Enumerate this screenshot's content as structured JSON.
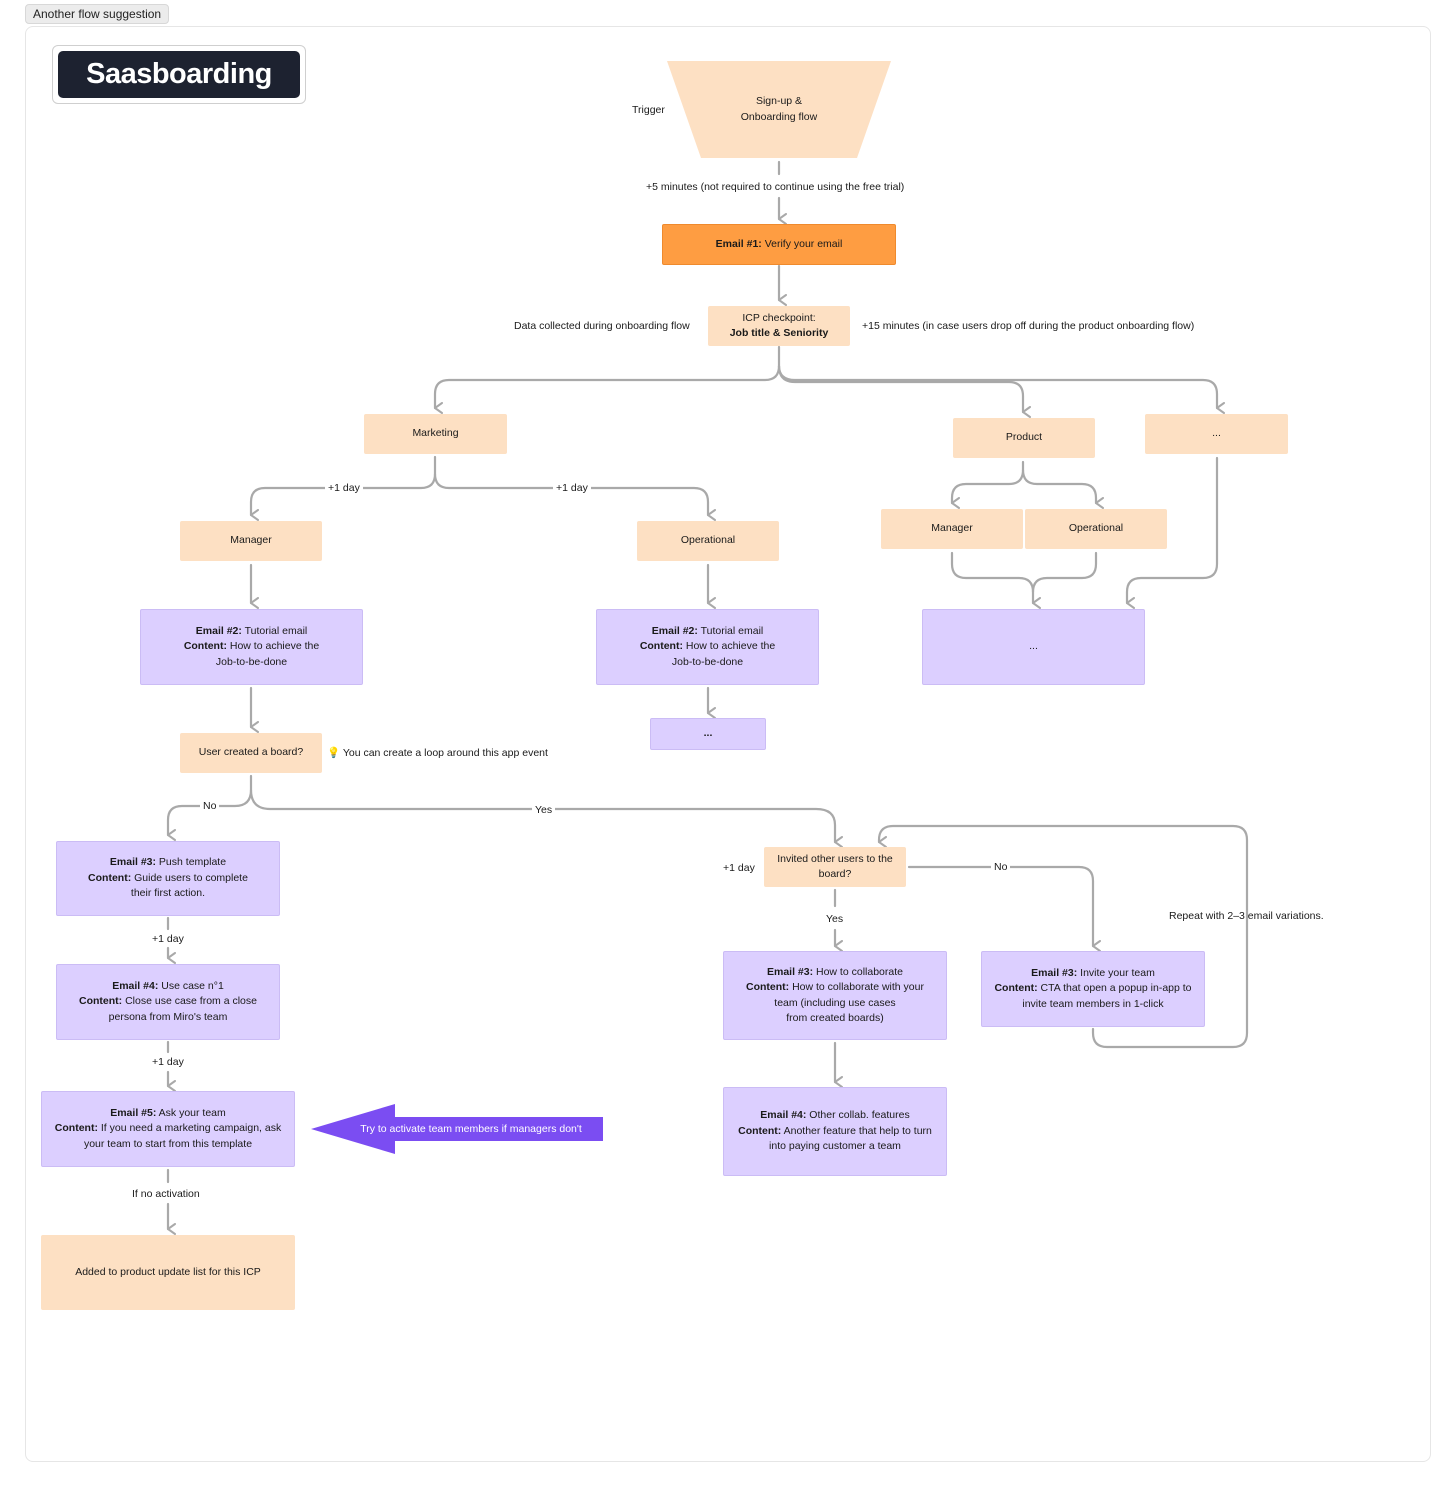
{
  "header": {
    "tab_label": "Another flow suggestion"
  },
  "logo": {
    "text": "Saasboarding"
  },
  "trigger": {
    "label": "Trigger",
    "node_line1": "Sign-up &",
    "node_line2": "Onboarding flow"
  },
  "edges": {
    "wait_5min": "+5 minutes (not required to continue using the free trial)",
    "data_collected": "Data collected during onboarding flow",
    "wait_15min": "+15 minutes (in case users drop off during the product onboarding flow)",
    "plus1_left": "+1 day",
    "plus1_right": "+1 day",
    "no_left": "No",
    "yes_mid": "Yes",
    "plus1_email3_4": "+1 day",
    "plus1_email4_5": "+1 day",
    "if_no_activation": "If no activation",
    "plus1_invited": "+1 day",
    "no_invited": "No",
    "yes_invited": "Yes",
    "repeat_note": "Repeat with 2–3 email variations.",
    "tip": "You can create a loop around this app event",
    "tip_icon": "lightbulb-icon"
  },
  "nodes": {
    "email1": {
      "bold": "Email #1:",
      "text": " Verify your email"
    },
    "icp": {
      "line1": "ICP checkpoint:",
      "line2": "Job title & Seniority"
    },
    "marketing": "Marketing",
    "product": "Product",
    "ellipsis_top": "...",
    "mkt_manager": "Manager",
    "mkt_operational": "Operational",
    "prod_manager": "Manager",
    "prod_operational": "Operational",
    "email2_mgr": {
      "b1": "Email #2:",
      "t1": " Tutorial email",
      "b2": "Content:",
      "t2": " How to achieve the",
      "t3": "Job-to-be-done"
    },
    "email2_ops": {
      "b1": "Email #2:",
      "t1": " Tutorial email",
      "b2": "Content:",
      "t2": " How to achieve the",
      "t3": "Job-to-be-done"
    },
    "product_ellipsis": "...",
    "ops_ellipsis": "...",
    "user_created_board": "User created a board?",
    "email3_push": {
      "b1": "Email #3:",
      "t1": " Push template",
      "b2": "Content:",
      "t2": " Guide users to complete",
      "t3": "their first action."
    },
    "email4_usecase": {
      "b1": "Email #4:",
      "t1": " Use case n°1",
      "b2": "Content:",
      "t2": " Close use case from a close",
      "t3": "persona from Miro's team"
    },
    "email5_ask": {
      "b1": "Email #5:",
      "t1": " Ask your team",
      "b2": "Content:",
      "t2": " If you need a marketing campaign, ask",
      "t3": "your team to start from this template"
    },
    "added_list": "Added to product update list for this ICP",
    "invited_users": {
      "line1": "Invited other users to the",
      "line2": "board?"
    },
    "email3_collab": {
      "b1": "Email #3:",
      "t1": " How to collaborate",
      "b2": "Content:",
      "t2": " How to collaborate with your",
      "t3": "team (including use cases",
      "t4": "from created boards)"
    },
    "email3_invite": {
      "b1": "Email #3:",
      "t1": " Invite your team",
      "b2": "Content:",
      "t2": " CTA that open a popup in-app to",
      "t3": "invite team members in 1-click"
    },
    "email4_collab": {
      "b1": "Email #4:",
      "t1": " Other collab. features",
      "b2": "Content:",
      "t2": " Another feature that help to turn",
      "t3": "into paying customer a team"
    }
  },
  "callout": {
    "text": "Try to activate team members if managers don't"
  },
  "colors": {
    "peach": "#fde0c3",
    "lavender": "#dccfff",
    "orange": "#fe9d42",
    "callout_purple": "#7b4df2",
    "connector": "#a9a9a9",
    "logo_bg": "#1d2230"
  }
}
